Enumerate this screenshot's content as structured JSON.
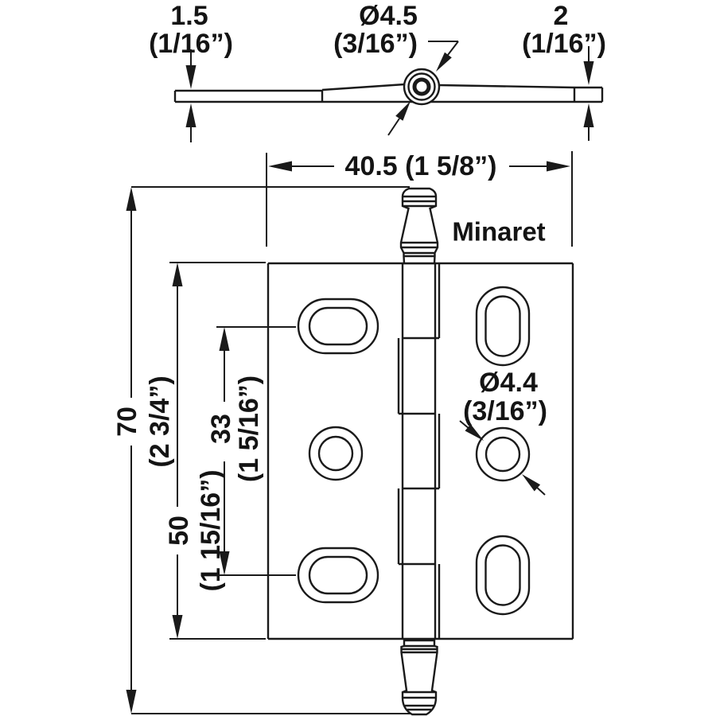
{
  "colors": {
    "line": "#1a1a1a",
    "background": "#ffffff"
  },
  "side_view": {
    "left_thickness_mm": "1.5",
    "left_thickness_in": "(1/16”)",
    "pin_dia_mm": "Ø4.5",
    "pin_dia_in": "(3/16”)",
    "right_thickness_mm": "2",
    "right_thickness_in": "(1/16”)"
  },
  "front_view": {
    "width_label": "40.5 (1 5/8”)",
    "model_name": "Minaret",
    "overall_height_mm": "70",
    "overall_height_in": "(2 3/4”)",
    "leaf_height_mm": "50",
    "leaf_height_in": "(1 15/16”)",
    "hole_pitch_mm": "33",
    "hole_pitch_in": "(1 5/16”)",
    "screw_hole_dia_mm": "Ø4.4",
    "screw_hole_dia_in": "(3/16”)"
  }
}
